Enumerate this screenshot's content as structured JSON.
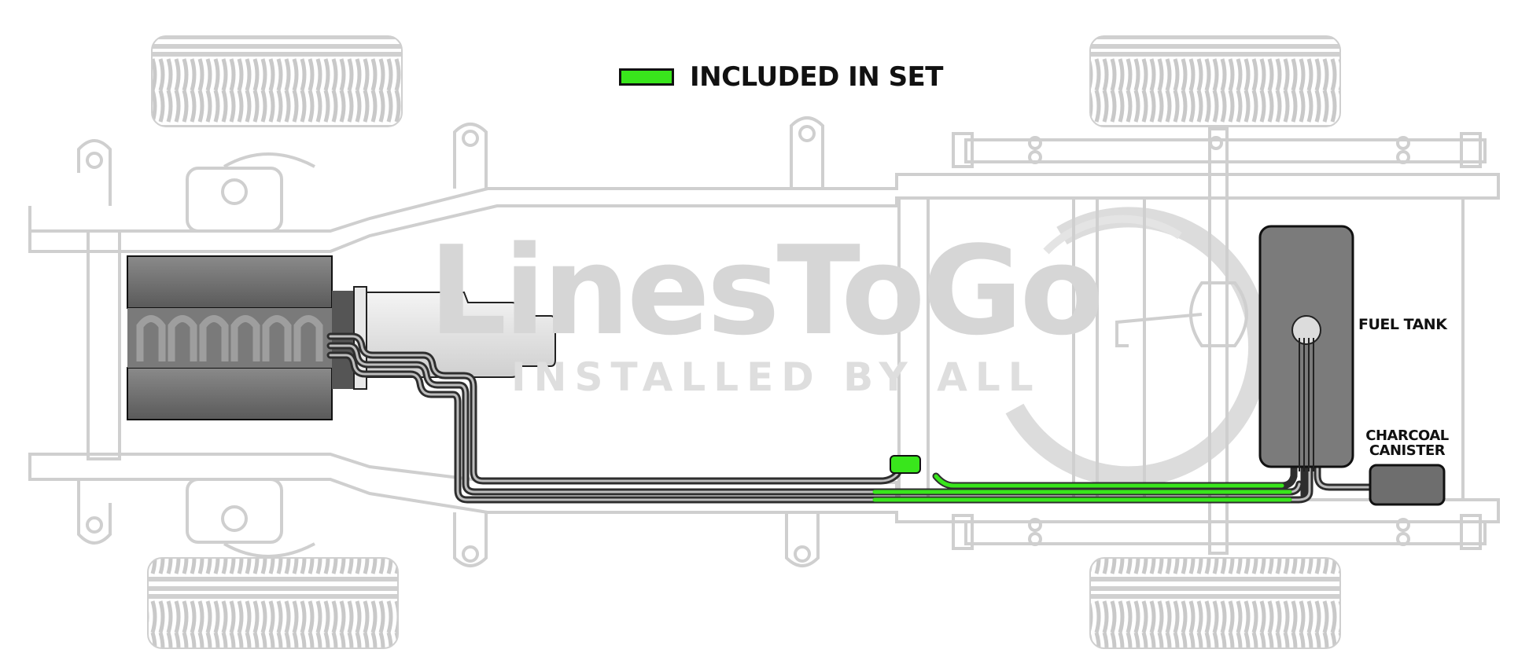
{
  "legend": {
    "label": "INCLUDED IN SET",
    "color": "#39e61c"
  },
  "labels": {
    "fuel_tank": "FUEL TANK",
    "canister_line1": "CHARCOAL",
    "canister_line2": "CANISTER"
  },
  "watermark": {
    "main": "LinesToGo",
    "sub": "INSTALLED BY ALL"
  },
  "colors": {
    "chassis": "#cfcfcf",
    "tire": "#d0d0d0",
    "engine": "#6a6a6a",
    "transmission": "#e0e0e0",
    "fuel_tank": "#7a7a7a",
    "canister": "#6e6e6e",
    "line_dark": "#3a3a3a",
    "line_included": "#39e61c"
  },
  "icons": [
    "tire-icon",
    "engine-icon",
    "transmission-icon",
    "fuel-tank-icon",
    "charcoal-canister-icon",
    "fuel-filter-icon"
  ]
}
